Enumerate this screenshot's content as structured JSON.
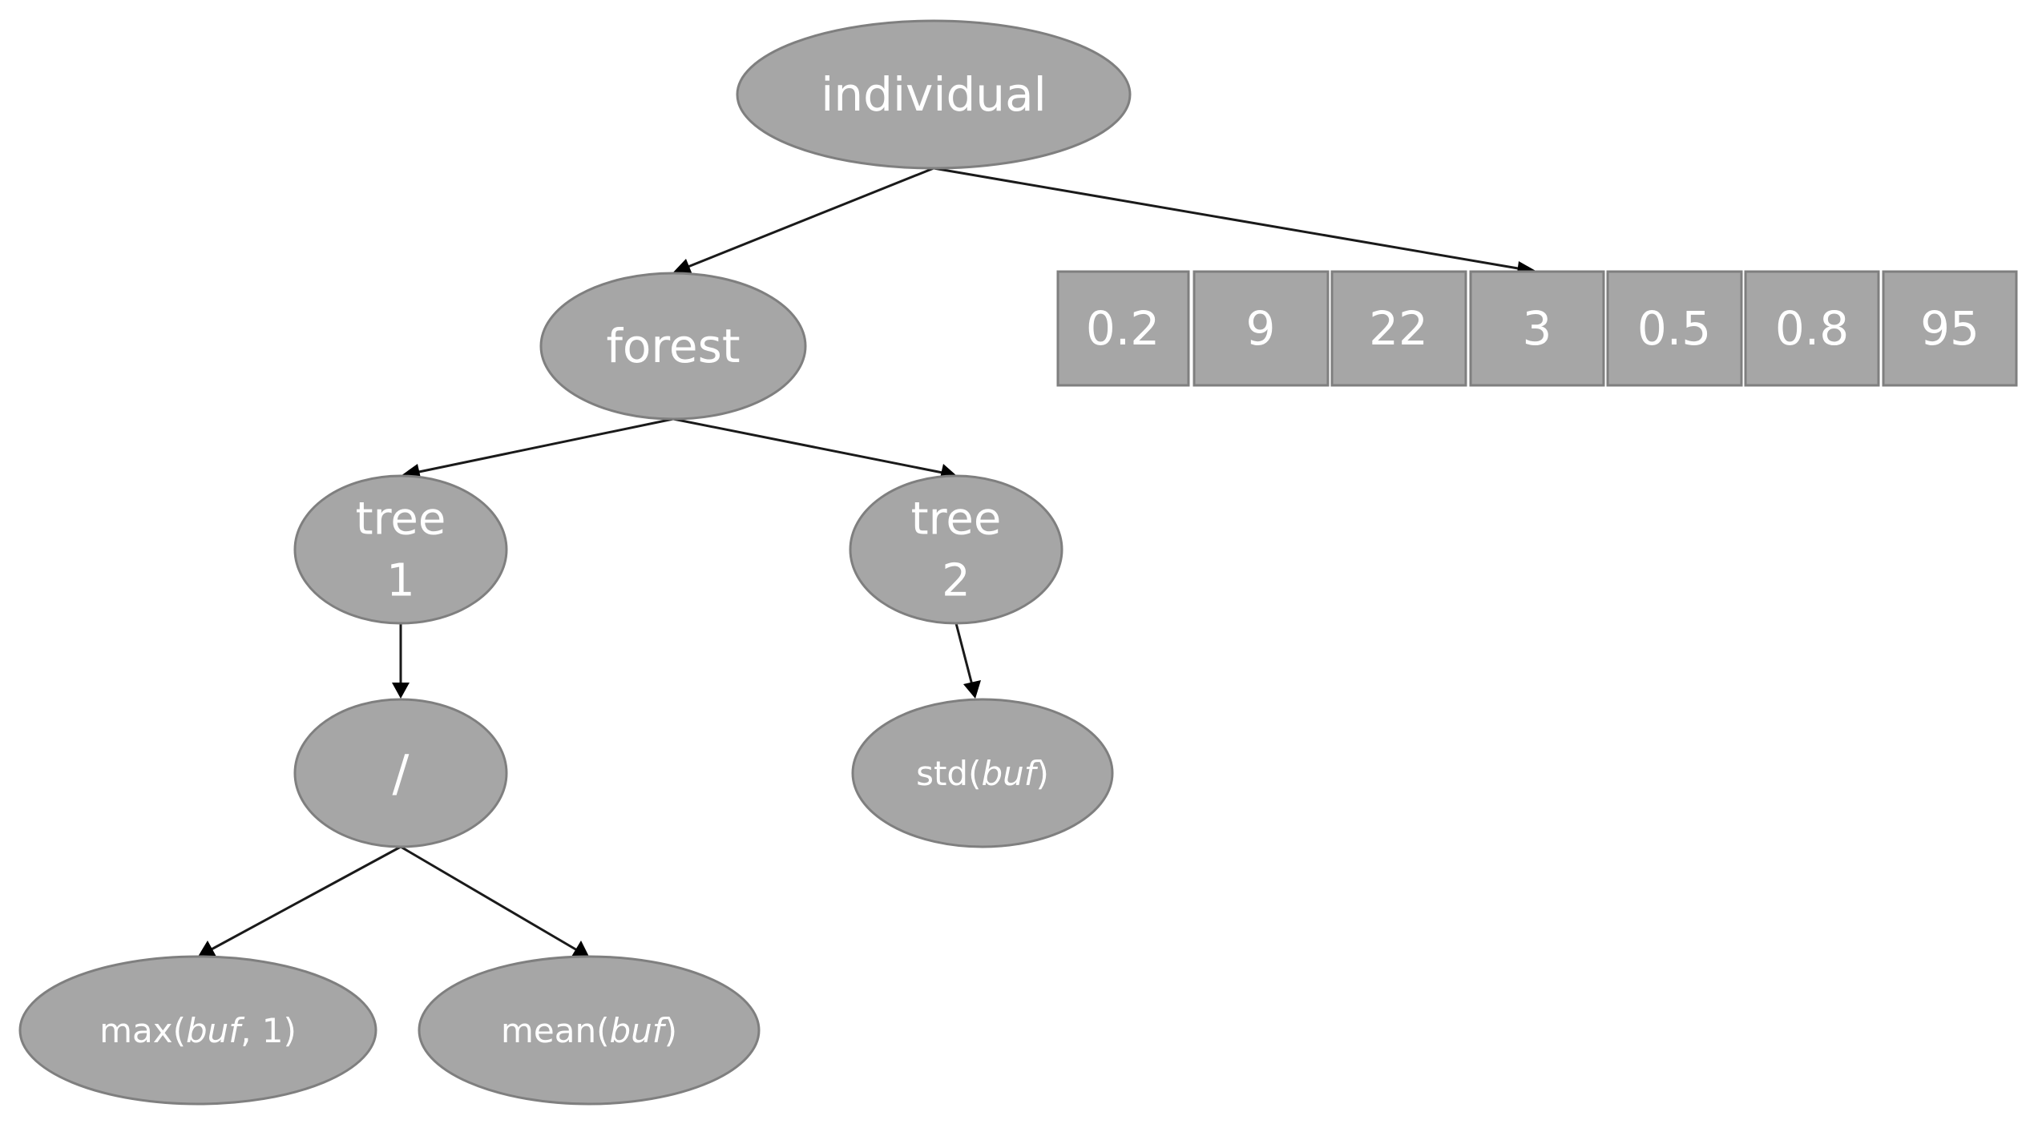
{
  "colors": {
    "node_fill": "#a6a6a6",
    "node_stroke": "#7f7f7f",
    "text": "#ffffff",
    "edge": "#1a1a1a"
  },
  "nodes": {
    "individual": "individual",
    "forest": "forest",
    "tree1": [
      "tree",
      "1"
    ],
    "tree2": [
      "tree",
      "2"
    ],
    "divide": "/",
    "std": {
      "fn": "std(",
      "arg": "buf",
      "close": ")"
    },
    "max": {
      "fn": "max(",
      "arg": "buf",
      "rest": ", 1)"
    },
    "mean": {
      "fn": "mean(",
      "arg": "buf",
      "close": ")"
    }
  },
  "parameter_vector": [
    "0.2",
    "9",
    "22",
    "3",
    "0.5",
    "0.8",
    "95"
  ]
}
